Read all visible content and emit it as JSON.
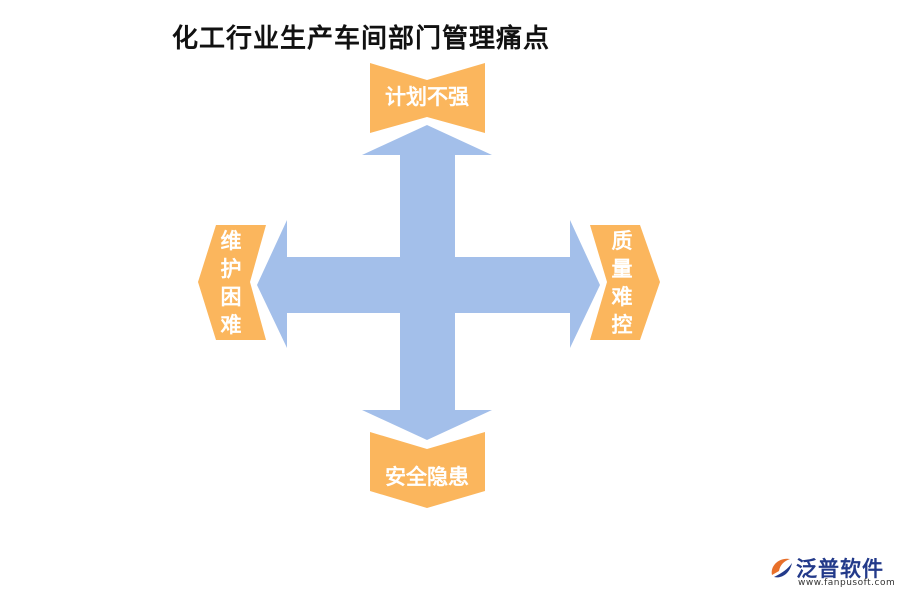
{
  "title": "化工行业生产车间部门管理痛点",
  "colors": {
    "arrow": "#a3bfea",
    "box": "#fbb65d",
    "label_text": "#ffffff",
    "title_text": "#111111"
  },
  "pain_points": {
    "top": "计划不强",
    "right": "质量难控",
    "bottom": "安全隐患",
    "left": "维护困难"
  },
  "logo": {
    "name": "泛普软件",
    "url": "www.fanpusoft.com",
    "icon": "fanpu-logo-icon"
  }
}
